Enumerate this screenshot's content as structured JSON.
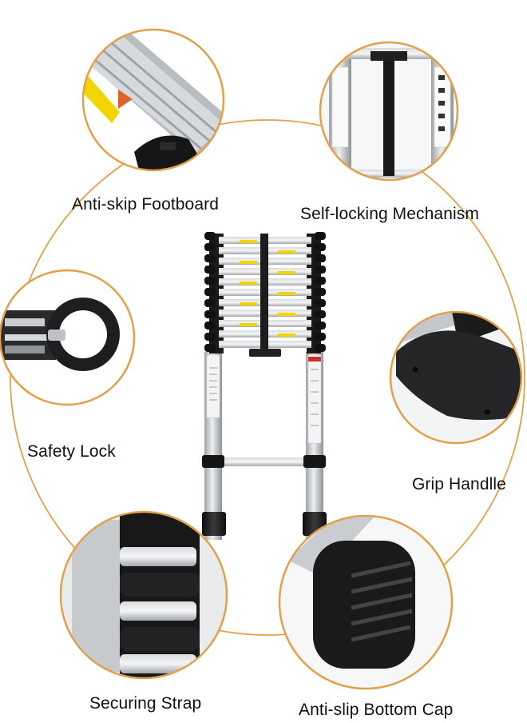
{
  "colors": {
    "ring": "#e2a04a",
    "aluminum": "#c9ccd0",
    "aluminum_dark": "#8f9499",
    "rubber": "#1c1c1e",
    "warning_yellow": "#f2d400",
    "background": "#ffffff"
  },
  "callouts": [
    {
      "id": "anti-skip-footboard",
      "label": "Anti-skip Footboard"
    },
    {
      "id": "self-locking-mechanism",
      "label": "Self-locking Mechanism"
    },
    {
      "id": "safety-lock",
      "label": "Safety Lock"
    },
    {
      "id": "grip-handle",
      "label": "Grip Handlle"
    },
    {
      "id": "securing-strap",
      "label": "Securing Strap"
    },
    {
      "id": "anti-slip-bottom-cap",
      "label": "Anti-slip Bottom Cap"
    }
  ]
}
